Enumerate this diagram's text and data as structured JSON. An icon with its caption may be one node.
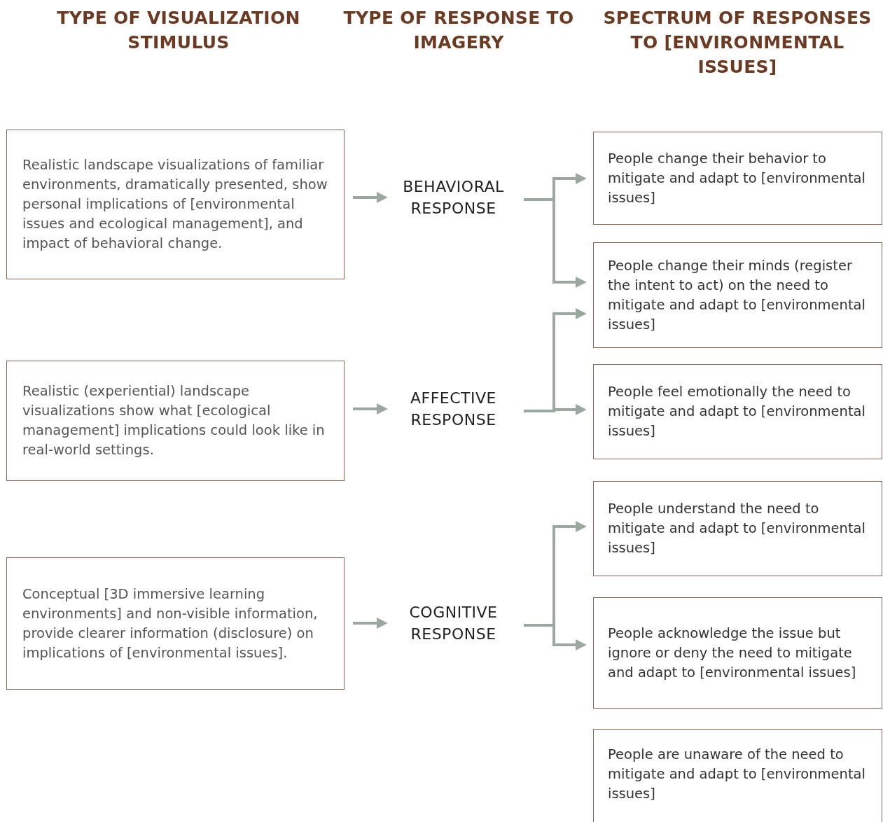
{
  "diagram": {
    "nodes": [
      {
        "text": [
          "Realistic landscape visualizations of familiar environments, dramatically presented, show personal implications of [environmental issues and ecological management], and impact of behavioral change."
        ]
      },
      {
        "text": [
          "Realistic (experiential) landscape visualizations show what [ecological management] implications could look like in real-world settings."
        ]
      },
      {
        "text": [
          "Conceptual [3D immersive learning environments] and non-visible information, provide clearer information (disclosure) on implications of [environmental issues]."
        ]
      },
      {
        "text": [
          "BEHAVIORAL RESPONSE"
        ]
      },
      {
        "text": [
          "AFFECTIVE RESPONSE"
        ]
      },
      {
        "text": [
          "COGNITIVE RESPONSE"
        ]
      },
      {
        "text": [
          "People change their behavior to mitigate and adapt to [environmental issues]"
        ]
      },
      {
        "text": [
          "People change their minds (register the intent to act) on the need to mitigate and adapt to [environmental issues]"
        ]
      },
      {
        "text": [
          "People feel emotionally the need to mitigate and adapt to [environmental issues]"
        ]
      },
      {
        "text": [
          "People understand the need to mitigate and adapt to [environmental issues]"
        ]
      },
      {
        "text": [
          "People acknowledge the issue but ignore or deny the need to mitigate and adapt to [environmental issues]"
        ]
      },
      {
        "text": [
          "People are unaware of the need to mitigate and adapt to [environmental issues]"
        ]
      }
    ],
    "edges": [
      {
        "from": 0,
        "to": 3,
        "arrow": "to"
      },
      {
        "from": 1,
        "to": 4,
        "arrow": "to"
      },
      {
        "from": 2,
        "to": 5,
        "arrow": "to"
      },
      {
        "from": 3,
        "to": 6,
        "arrow": "to"
      },
      {
        "from": 3,
        "to": 7,
        "arrow": "to"
      },
      {
        "from": 4,
        "to": 7,
        "arrow": "to"
      },
      {
        "from": 4,
        "to": 8,
        "arrow": "to"
      },
      {
        "from": 5,
        "to": 9,
        "arrow": "to"
      },
      {
        "from": 5,
        "to": 10,
        "arrow": "to"
      }
    ],
    "labels": [
      "TYPE OF VISUALIZATION STIMULUS",
      "TYPE OF RESPONSE TO IMAGERY",
      "SPECTRUM OF RESPONSES TO [ENVIRONMENTAL ISSUES]"
    ]
  }
}
